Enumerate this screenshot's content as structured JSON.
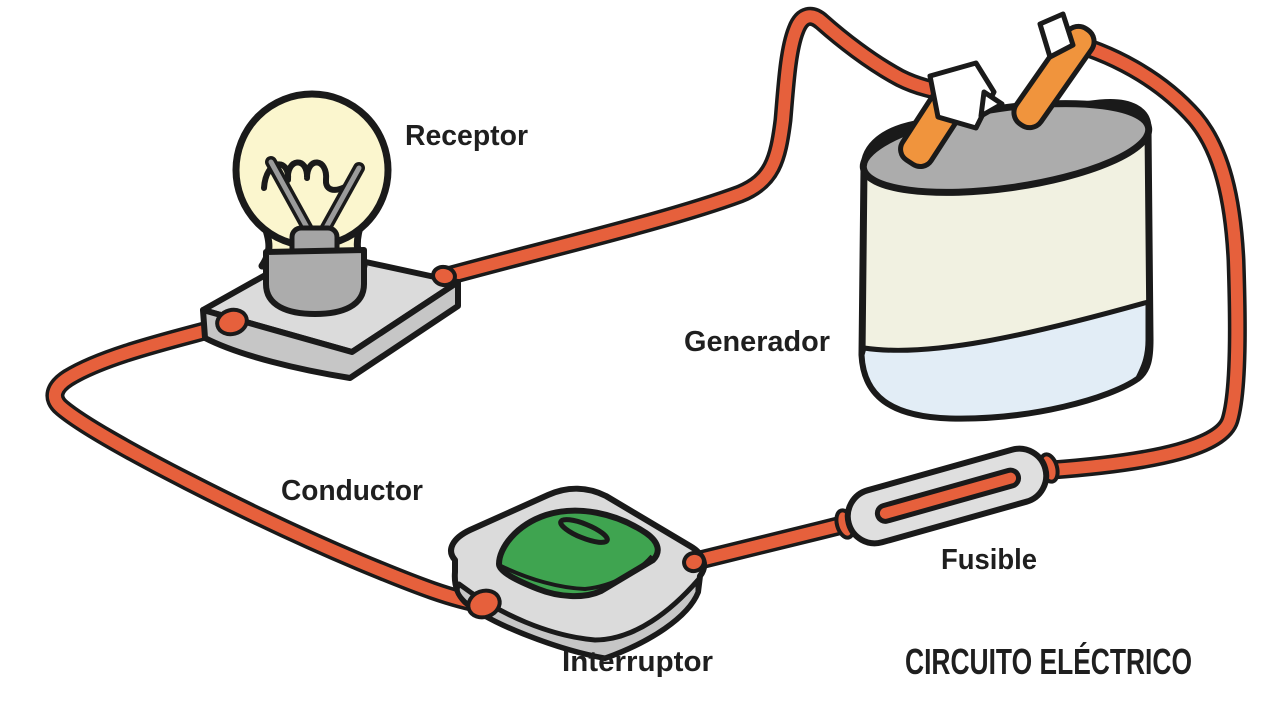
{
  "diagram": {
    "title": "CIRCUITO ELÉCTRICO",
    "labels": {
      "receptor": "Receptor",
      "generador": "Generador",
      "conductor": "Conductor",
      "interruptor": "Interruptor",
      "fusible": "Fusible"
    },
    "components": [
      {
        "label": "Receptor",
        "kind": "light-bulb"
      },
      {
        "label": "Generador",
        "kind": "battery"
      },
      {
        "label": "Conductor",
        "kind": "wire"
      },
      {
        "label": "Interruptor",
        "kind": "switch"
      },
      {
        "label": "Fusible",
        "kind": "fuse"
      }
    ]
  },
  "colors": {
    "background": "#FFFFFF",
    "outline": "#1A1A1A",
    "wire": "#E6603C",
    "bulb_glass": "#FBF6CE",
    "socket_gray": "#ACACAC",
    "base_gray": "#DBDBDB",
    "base_gray_dark": "#C6C6C6",
    "battery_body": "#F1F1E1",
    "battery_top": "#ACACAC",
    "battery_band": "#E2EDF6",
    "terminal_orange": "#F0943D",
    "clip_white": "#FFFFFF",
    "switch_green": "#3FA450",
    "fuse_body": "#DFDFDF",
    "label_text": "#1F1F1F"
  }
}
